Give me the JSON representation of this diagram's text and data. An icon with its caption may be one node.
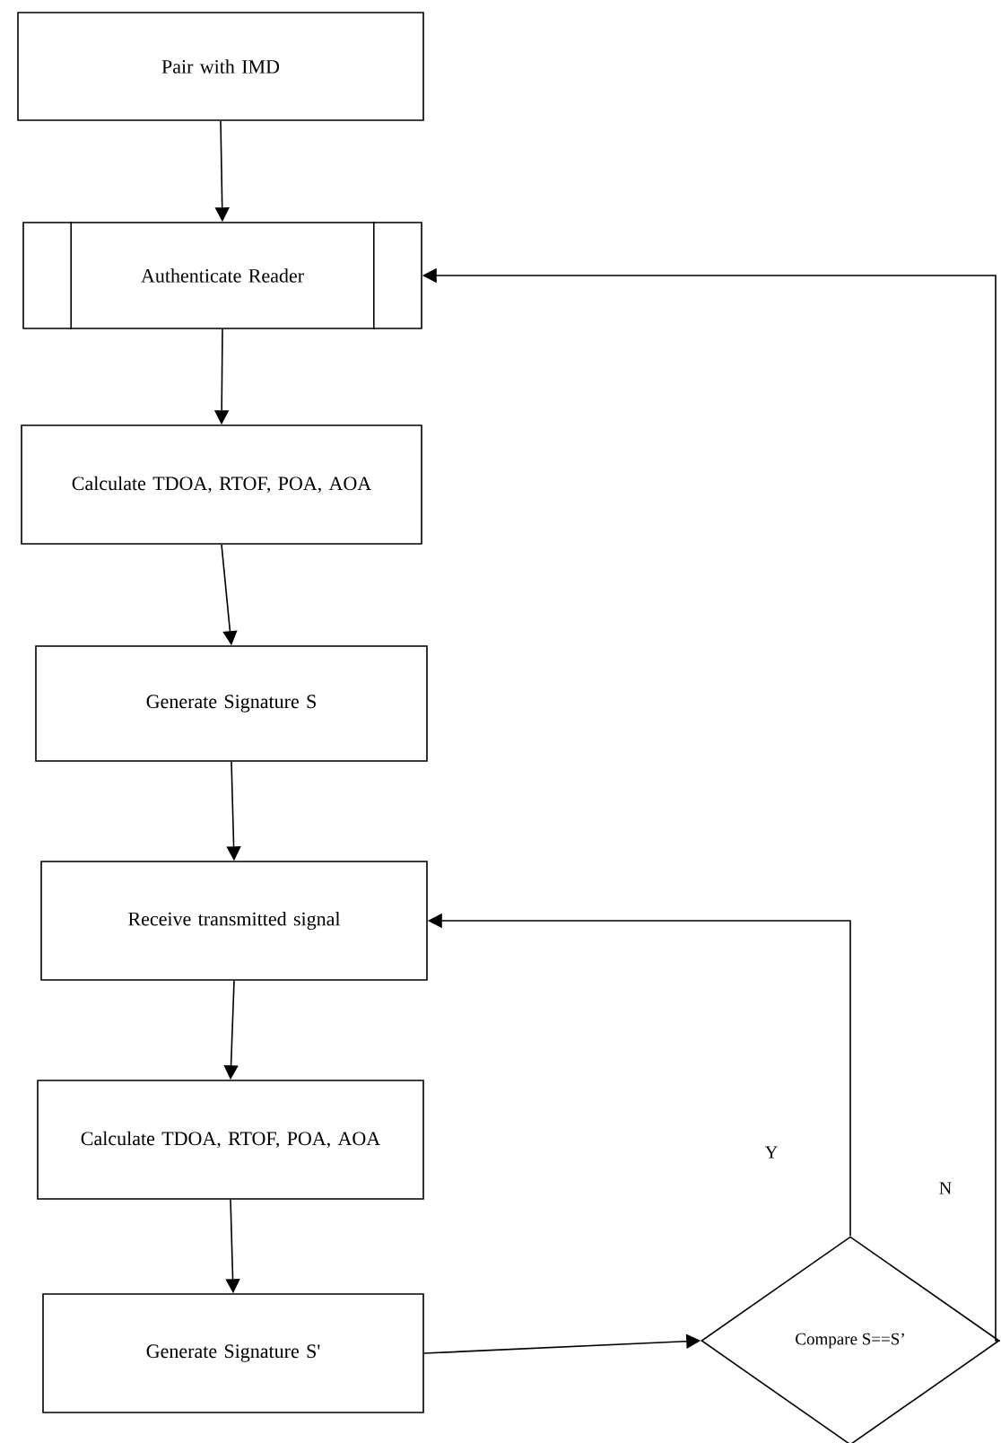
{
  "diagram": {
    "nodes": [
      {
        "text": [
          "Pair with IMD"
        ]
      },
      {
        "text": [
          "Authenticate Reader"
        ]
      },
      {
        "text": [
          "Calculate TDOA, RTOF, POA, AOA"
        ]
      },
      {
        "text": [
          "Generate Signature S"
        ]
      },
      {
        "text": [
          "Receive transmitted signal"
        ]
      },
      {
        "text": [
          "Calculate TDOA, RTOF, POA, AOA"
        ]
      },
      {
        "text": [
          "Generate Signature S'"
        ]
      },
      {
        "text": [
          "Compare S==S’"
        ]
      }
    ],
    "edges": [
      {
        "from": 0,
        "to": 1,
        "arrow": "to"
      },
      {
        "from": 1,
        "to": 2,
        "arrow": "to"
      },
      {
        "from": 2,
        "to": 3,
        "arrow": "to"
      },
      {
        "from": 3,
        "to": 4,
        "arrow": "to"
      },
      {
        "from": 4,
        "to": 5,
        "arrow": "to"
      },
      {
        "from": 5,
        "to": 6,
        "arrow": "to"
      },
      {
        "from": 6,
        "to": 7,
        "arrow": "to"
      },
      {
        "from": 7,
        "to": 4,
        "arrow": "to",
        "label": "Y"
      },
      {
        "from": 7,
        "to": 1,
        "arrow": "to",
        "label": "N"
      }
    ]
  }
}
